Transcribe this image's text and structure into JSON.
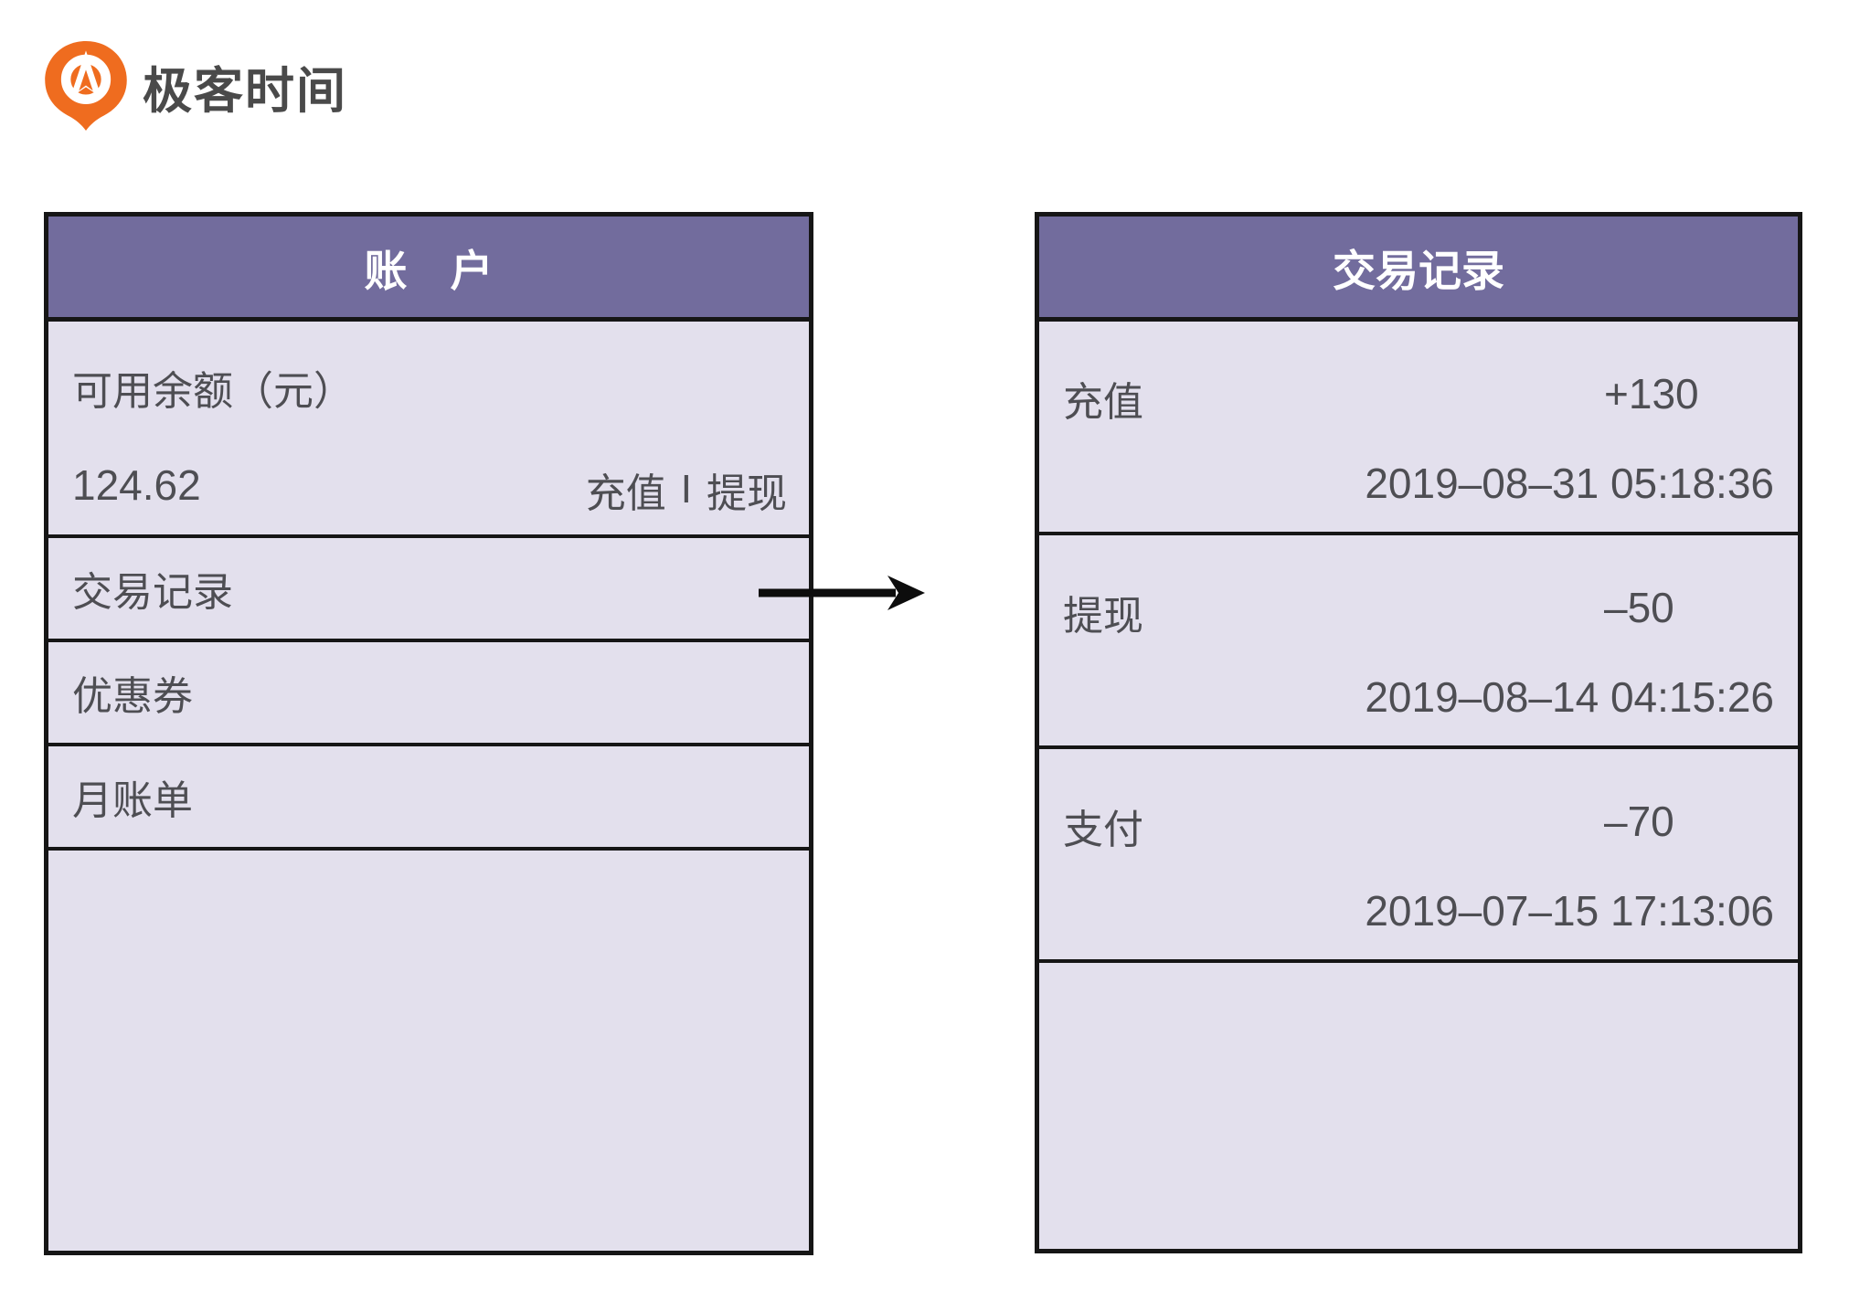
{
  "logo": {
    "text": "极客时间",
    "icon": "geektime-pin-icon",
    "brand_orange": "#ef6c1f",
    "text_color": "#4a4a4a"
  },
  "colors": {
    "header_purple": "#726c9d",
    "cell_lavender": "#e3e0ed",
    "border_dark": "#161616",
    "body_text_gray": "#4e4e53",
    "header_text_white": "#ffffff",
    "page_background": "#ffffff"
  },
  "account_panel": {
    "title": "账　户",
    "balance_label": "可用余额（元）",
    "balance_value": "124.62",
    "recharge_label": "充值",
    "link_divider": "I",
    "withdraw_label": "提现",
    "menu_items": [
      {
        "label": "交易记录"
      },
      {
        "label": "优惠券"
      },
      {
        "label": "月账单"
      }
    ]
  },
  "transactions_panel": {
    "title": "交易记录",
    "rows": [
      {
        "type": "充值",
        "amount": "+130",
        "datetime": "2019–08–31 05:18:36"
      },
      {
        "type": "提现",
        "amount": "–50",
        "datetime": "2019–08–14 04:15:26"
      },
      {
        "type": "支付",
        "amount": "–70",
        "datetime": "2019–07–15 17:13:06"
      }
    ]
  },
  "arrow": {
    "direction": "right"
  }
}
